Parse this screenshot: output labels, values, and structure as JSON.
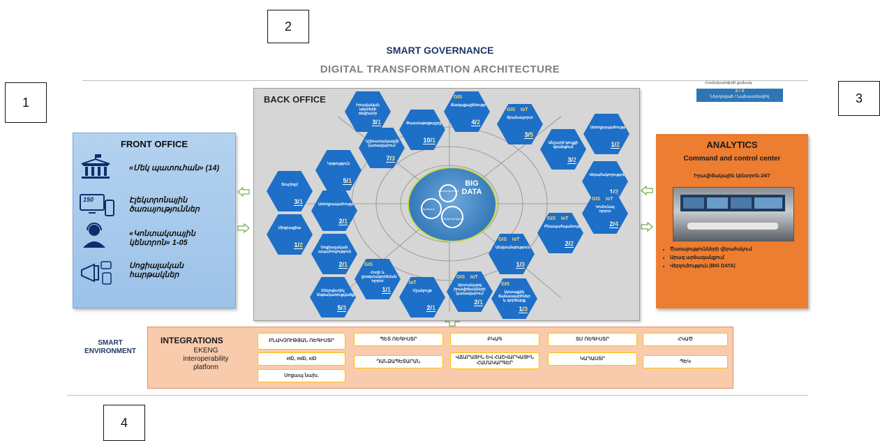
{
  "markers": [
    "1",
    "2",
    "3",
    "4"
  ],
  "header": {
    "title": "SMART GOVERNANCE",
    "subtitle": "DIGITAL TRANSFORMATION ARCHITECTURE"
  },
  "front_office": {
    "title": "FRONT OFFICE",
    "items": [
      {
        "icon": "government-building-icon",
        "text": "«Մեկ պատուհան» (14)"
      },
      {
        "icon": "devices-icon",
        "text": "Էլեկտրոնային ծառայություններ",
        "icon_text": "150"
      },
      {
        "icon": "call-center-agent-icon",
        "text": "«Կոնտակտային կենտրոն» 1-05"
      },
      {
        "icon": "megaphone-icon",
        "text": "Սոցիալական հարթակներ"
      }
    ]
  },
  "back_office": {
    "title": "BACK OFFICE",
    "center": {
      "title": "BIG DATA",
      "gears": [
        "Կառավարում",
        "Վերլուծություն",
        "Մշակում"
      ]
    },
    "hexes": [
      {
        "name": "Իրավական ակտերի ռեգիստր",
        "count": "3",
        "of": "1",
        "tags": []
      },
      {
        "name": "Փաստաթղթաշրջանառություն",
        "count": "10",
        "of": "1",
        "tags": []
      },
      {
        "name": "Քաղաքաշինություն",
        "count": "4",
        "of": "2",
        "tags": [
          "GIS"
        ]
      },
      {
        "name": "Տրանսպորտ",
        "count": "3",
        "of": "5",
        "tags": [
          "GIS",
          "IoT"
        ]
      },
      {
        "name": "Առողջապահություն",
        "count": "1",
        "of": "2",
        "tags": []
      },
      {
        "name": "Կրթություն",
        "count": "5",
        "of": "1",
        "tags": []
      },
      {
        "name": "Աշխատակազմի կառավարում",
        "count": "7",
        "of": "3",
        "tags": []
      },
      {
        "name": "Անշարժ գույքի գրանցում",
        "count": "3",
        "of": "2",
        "tags": []
      },
      {
        "name": "Վերահսկողություն",
        "count": "1",
        "of": "2",
        "tags": []
      },
      {
        "name": "Տուրիզմ",
        "count": "3",
        "of": "1",
        "tags": []
      },
      {
        "name": "Առողջապահություն",
        "count": "2",
        "of": "1",
        "tags": []
      },
      {
        "name": "Կոմունալ ոլորտ",
        "count": "2",
        "of": "4",
        "tags": [
          "GIS",
          "IoT"
        ]
      },
      {
        "name": "Միգրացիա",
        "count": "1",
        "of": "2",
        "tags": []
      },
      {
        "name": "Բնապահպանություն",
        "count": "2",
        "of": "2",
        "tags": [
          "GIS",
          "IoT"
        ]
      },
      {
        "name": "Սոցիալական ապահովություն",
        "count": "2",
        "of": "1",
        "tags": []
      },
      {
        "name": "Անվտանգություն",
        "count": "1",
        "of": "3",
        "tags": [
          "GIS",
          "IoT"
        ]
      },
      {
        "name": "Հողի և ջրօգտագործման ոլորտ",
        "count": "1",
        "of": "1",
        "tags": [
          "GIS"
        ]
      },
      {
        "name": "Արտակարգ իրավիճակների կառավարում",
        "count": "2",
        "of": "1",
        "tags": [
          "GIS",
          "IoT"
        ]
      },
      {
        "name": "Էներգետիկ ենթակառուցվածքներ",
        "count": "5",
        "of": "3",
        "tags": []
      },
      {
        "name": "Մշակույթ",
        "count": "2",
        "of": "1",
        "tags": [
          "IoT"
        ]
      },
      {
        "name": "Արտաքին ճանապարհներ և գործարք",
        "count": "1",
        "of": "3",
        "tags": [
          "GIS"
        ]
      }
    ]
  },
  "legend": {
    "title": "Համակարգերի քանակ",
    "line": "X / X",
    "sub": "Ներդրված / Նախատեսվող"
  },
  "analytics": {
    "title": "ANALYTICS",
    "subtitle": "Command and control center",
    "sub2": "Իրավիճակային կենտրոն 24/7",
    "bullets": [
      "Ծառայությունների վերահսկում",
      "Արագ արձագանքում",
      "Վերլուծություն (BIG DATA)"
    ]
  },
  "smart_environment": "SMART ENVIRONMENT",
  "integrations": {
    "title": "INTEGRATIONS",
    "desc": "EKENG interoperability platform",
    "chips": [
      "ԲՆԱԿՉՈՒԹՅԱՆ ՌԵԳԻՍՏՐ",
      "ՊԵՏ ՌԵԳԻՍՏՐ",
      "ԲԿԱԳ",
      "ՏՄ ՌԵԳԻՍՏՐ",
      "ՀԿԱԾ",
      "eID, mID, xID",
      "ԴԱՆՁԱՊԵՏԱՐԱՆ",
      "ՎՃԱՐԱՅԻՆ ԵՎ ՀԱՇՎԱՐԿԱՅԻՆ ՀԱՄԱԿԱՐԳԵՐ",
      "ԿԱԴԱՍՏՐ",
      "ՊԵԿ",
      "Սոցապ նախ."
    ]
  }
}
